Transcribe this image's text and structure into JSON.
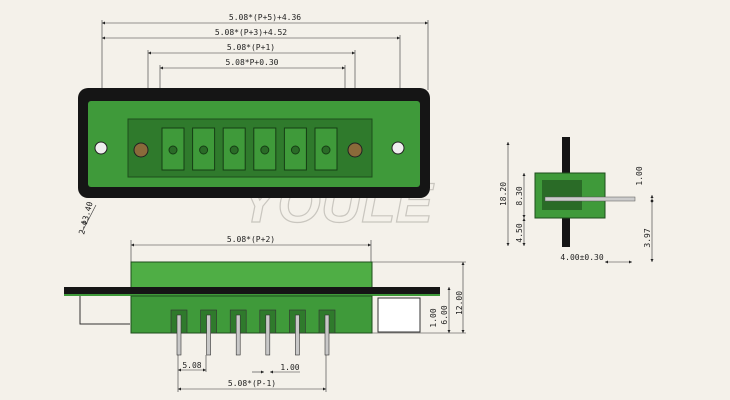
{
  "watermark": "YOULE",
  "top_view": {
    "dims": [
      "5.08*(P+5)+4.36",
      "5.08*(P+3)+4.52",
      "5.08*(P+1)",
      "5.08*P+0.30"
    ],
    "hole_note": "2-Φ3.40",
    "pin_count": 6
  },
  "front_view": {
    "width_dim": "5.08*(P+2)",
    "pitch": "5.08",
    "pin_width": "1.00",
    "span_dim": "5.08*(P-1)",
    "height_total": "12.00",
    "height_lower": "6.00",
    "board_thickness": "1.00"
  },
  "side_view": {
    "total": "18.20",
    "upper": "8.30",
    "lower": "4.50",
    "pin": "1.00",
    "pin_offset": "3.97",
    "depth": "4.00±0.30"
  },
  "colors": {
    "green": "#3f9a3a",
    "dark_green": "#2f7a2c",
    "black": "#151515",
    "background": "#f4f1ea"
  }
}
